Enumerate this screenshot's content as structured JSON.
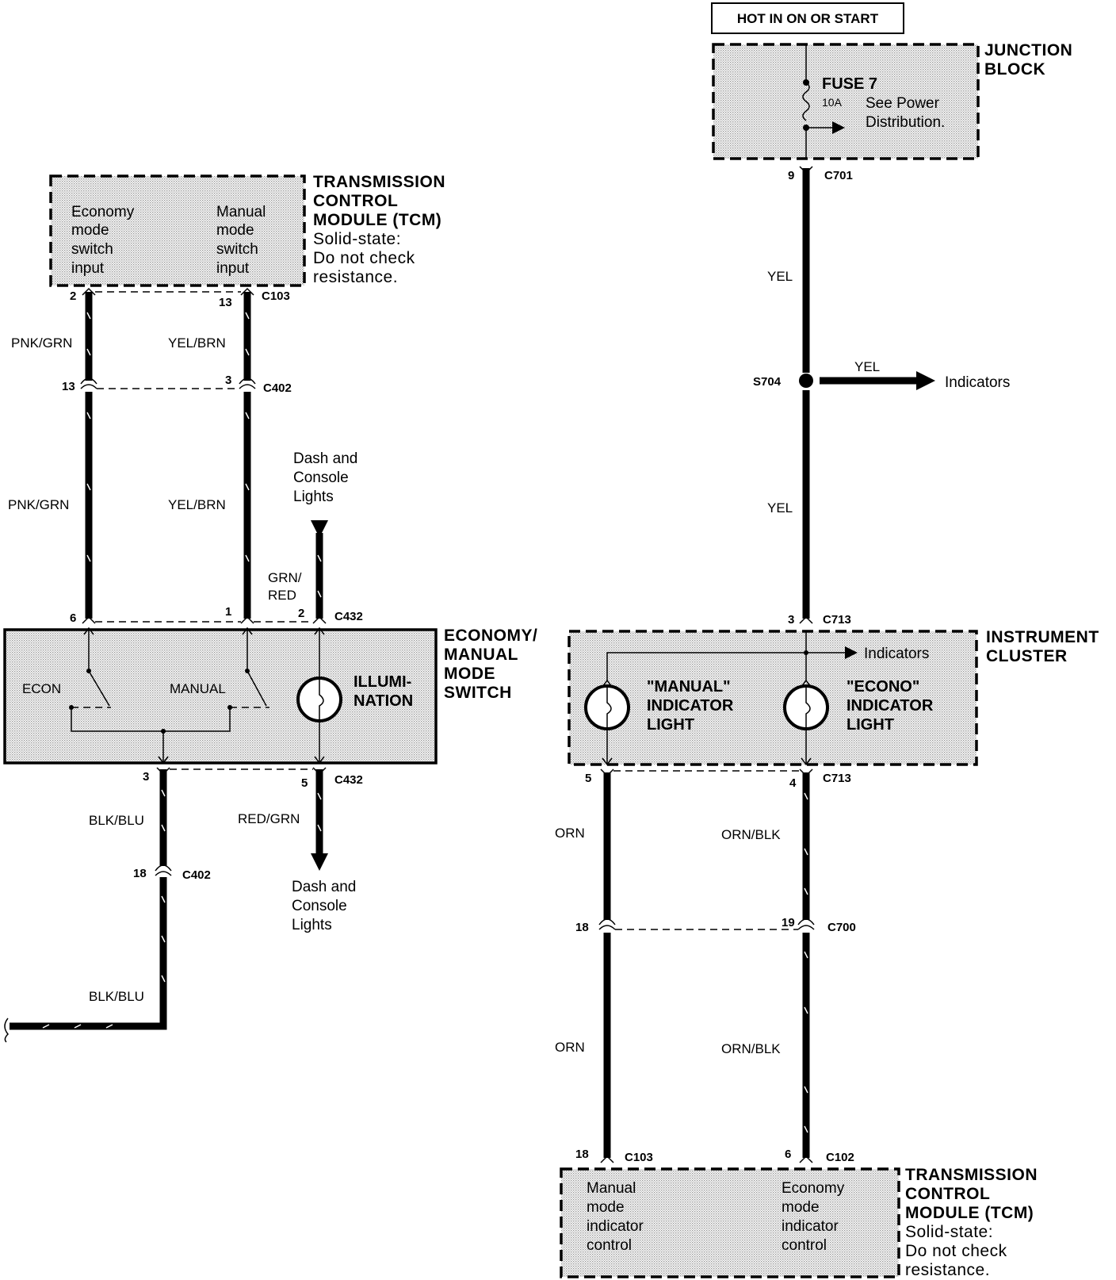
{
  "hot_label": "HOT IN ON OR START",
  "junction_block": {
    "title_lines": [
      "JUNCTION",
      "BLOCK"
    ],
    "fuse": "FUSE 7",
    "rating": "10A",
    "note_lines": [
      "See Power",
      "Distribution."
    ]
  },
  "tcm_top": {
    "title_lines": [
      "TRANSMISSION",
      "CONTROL",
      "MODULE (TCM)",
      "Solid-state:",
      "Do not check",
      "resistance."
    ],
    "left_input": [
      "Economy",
      "mode",
      "switch",
      "input"
    ],
    "right_input": [
      "Manual",
      "mode",
      "switch",
      "input"
    ]
  },
  "switch": {
    "title_lines": [
      "ECONOMY/",
      "MANUAL",
      "MODE",
      "SWITCH"
    ],
    "econ": "ECON",
    "manual": "MANUAL",
    "illum_lines": [
      "ILLUMI-",
      "NATION"
    ]
  },
  "cluster": {
    "title_lines": [
      "INSTRUMENT",
      "CLUSTER"
    ],
    "indicators": "Indicators",
    "manual_light": [
      "\"MANUAL\"",
      "INDICATOR",
      "LIGHT"
    ],
    "econo_light": [
      "\"ECONO\"",
      "INDICATOR",
      "LIGHT"
    ]
  },
  "tcm_bottom": {
    "title_lines": [
      "TRANSMISSION",
      "CONTROL",
      "MODULE (TCM)",
      "Solid-state:",
      "Do not check",
      "resistance."
    ],
    "left_control": [
      "Manual",
      "mode",
      "indicator",
      "control"
    ],
    "right_control": [
      "Economy",
      "mode",
      "indicator",
      "control"
    ]
  },
  "dash_lights_top": [
    "Dash and",
    "Console",
    "Lights"
  ],
  "dash_lights_bottom": [
    "Dash and",
    "Console",
    "Lights"
  ],
  "indicators_out": "Indicators",
  "splice": "S704",
  "wires": {
    "pnk_grn_1": "PNK/GRN",
    "pnk_grn_2": "PNK/GRN",
    "yel_brn_1": "YEL/BRN",
    "yel_brn_2": "YEL/BRN",
    "grn_red_1": "GRN/",
    "grn_red_2": "RED",
    "blk_blu_1": "BLK/BLU",
    "blk_blu_2": "BLK/BLU",
    "red_grn": "RED/GRN",
    "yel_1": "YEL",
    "yel_2": "YEL",
    "yel_3": "YEL",
    "orn_1": "ORN",
    "orn_2": "ORN",
    "orn_blk_1": "ORN/BLK",
    "orn_blk_2": "ORN/BLK"
  },
  "connectors": {
    "c103_top": "C103",
    "c402_top": "C402",
    "c432_top": "C432",
    "c432_bot": "C432",
    "c402_bot": "C402",
    "c701": "C701",
    "c713_top": "C713",
    "c713_bot": "C713",
    "c700": "C700",
    "c103_bot": "C103",
    "c102": "C102"
  },
  "pins": {
    "p2": "2",
    "p13a": "13",
    "p13b": "13",
    "p3a": "3",
    "p6": "6",
    "p1": "1",
    "p2b": "2",
    "p3b": "3",
    "p5a": "5",
    "p18a": "18",
    "p9": "9",
    "p3c": "3",
    "p5b": "5",
    "p4": "4",
    "p18b": "18",
    "p19": "19",
    "p18c": "18",
    "p6b": "6"
  }
}
